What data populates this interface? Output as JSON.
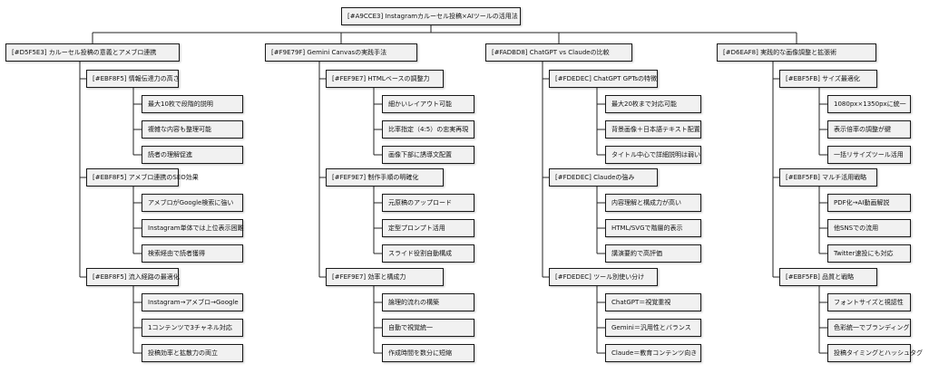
{
  "root": "[#A9CCE3] Instagramカルーセル投稿×AIツールの活用法",
  "branches": [
    {
      "label": "[#D5F5E3] カルーセル投稿の意義とアメブロ連携",
      "groups": [
        {
          "label": "[#EBF8F5] 情報伝達力の高さ",
          "items": [
            "最大10枚で段階的説明",
            "複雑な内容も整理可能",
            "読者の理解促進"
          ]
        },
        {
          "label": "[#EBF8F5] アメブロ連携のSEO効果",
          "items": [
            "アメブロがGoogle検索に強い",
            "Instagram単体では上位表示困難",
            "検索経由で読者獲得"
          ]
        },
        {
          "label": "[#EBF8F5] 流入経路の最適化",
          "items": [
            "Instagram→アメブロ→Google",
            "1コンテンツで3チャネル対応",
            "投稿効率と拡散力の両立"
          ]
        }
      ]
    },
    {
      "label": "[#F9E79F] Gemini Canvasの実践手法",
      "groups": [
        {
          "label": "[#FEF9E7] HTMLベースの調整力",
          "items": [
            "細かいレイアウト可能",
            "比率指定（4:5）の忠実再現",
            "画像下部に誘導文配置"
          ]
        },
        {
          "label": "[#FEF9E7] 制作手順の明確化",
          "items": [
            "元原稿のアップロード",
            "定型プロンプト活用",
            "スライド役割自動構成"
          ]
        },
        {
          "label": "[#FEF9E7] 効率と構成力",
          "items": [
            "論理的流れの構築",
            "自動で視覚統一",
            "作成時間を数分に短縮"
          ]
        }
      ]
    },
    {
      "label": "[#FADBD8] ChatGPT vs Claudeの比較",
      "groups": [
        {
          "label": "[#FDEDEC] ChatGPT GPTsの特徴",
          "items": [
            "最大20枚まで対応可能",
            "背景画像＋日本語テキスト配置",
            "タイトル中心で詳細説明は弱い"
          ]
        },
        {
          "label": "[#FDEDEC] Claudeの強み",
          "items": [
            "内容理解と構成力が高い",
            "HTML/SVGで階層的表示",
            "講演要約で高評価"
          ]
        },
        {
          "label": "[#FDEDEC] ツール別使い分け",
          "items": [
            "ChatGPT＝視覚重視",
            "Gemini＝汎用性とバランス",
            "Claude＝教育コンテンツ向き"
          ]
        }
      ]
    },
    {
      "label": "[#D6EAF8] 実践的な画像調整と拡張術",
      "groups": [
        {
          "label": "[#EBF5FB] サイズ最適化",
          "items": [
            "1080px×1350pxに統一",
            "表示倍率の調整が鍵",
            "一括リサイズツール活用"
          ]
        },
        {
          "label": "[#EBF5FB] マルチ活用戦略",
          "items": [
            "PDF化→AI動画解説",
            "他SNSでの流用",
            "Twitter速投にも対応"
          ]
        },
        {
          "label": "[#EBF5FB] 品質と戦略",
          "items": [
            "フォントサイズと視認性",
            "色彩統一でブランディング",
            "投稿タイミングとハッシュタグ"
          ]
        }
      ]
    }
  ]
}
